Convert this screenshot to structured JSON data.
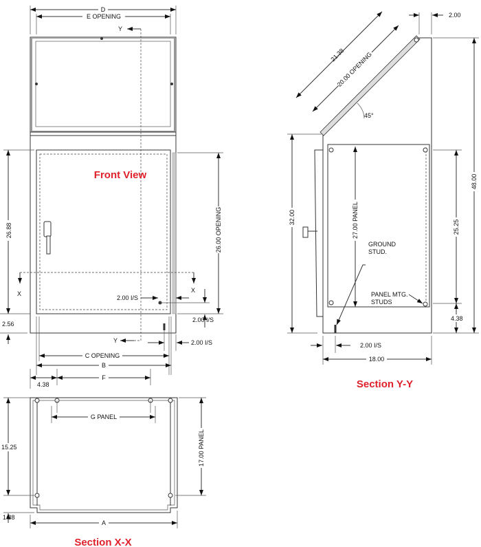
{
  "front_view": {
    "title": "Front View",
    "dims": {
      "d": "D",
      "e_opening": "E OPENING",
      "h_26_88": "26.88",
      "h_2_56": "2.56",
      "opening_26_00": "26.00 OPENING",
      "is_inner": "2.00 I/S",
      "is_right": "2.00  I/S",
      "is_bottom": "2.00  I/S",
      "c_opening": "C OPENING",
      "b": "B",
      "f": "F",
      "w_4_38": "4.38"
    },
    "section_marks": {
      "y_top": "Y",
      "y_bottom": "Y",
      "x_left": "X",
      "x_right": "X"
    }
  },
  "section_xx": {
    "title": "Section X-X",
    "dims": {
      "h_15_25": "15.25",
      "h_1_38": "1.38",
      "g_panel": "G PANEL",
      "panel_17_00": "17.00 PANEL",
      "a": "A"
    }
  },
  "section_yy": {
    "title": "Section Y-Y",
    "dims": {
      "top_2_00": "2.00",
      "d_21_38": "21.38",
      "opening_20_00": "20.00 OPENING",
      "angle": "45°",
      "h_48_00": "48.00",
      "h_32_00": "32.00",
      "panel_27_00": "27.00 PANEL",
      "h_25_25": "25.25",
      "h_4_38": "4.38",
      "is_bottom": "2.00  I/S",
      "w_18_00": "18.00"
    },
    "callouts": {
      "ground_stud": [
        "GROUND",
        "STUD."
      ],
      "panel_mtg_studs": [
        "PANEL MTG.",
        "STUDS"
      ]
    }
  },
  "colors": {
    "title": "#e0202a"
  }
}
